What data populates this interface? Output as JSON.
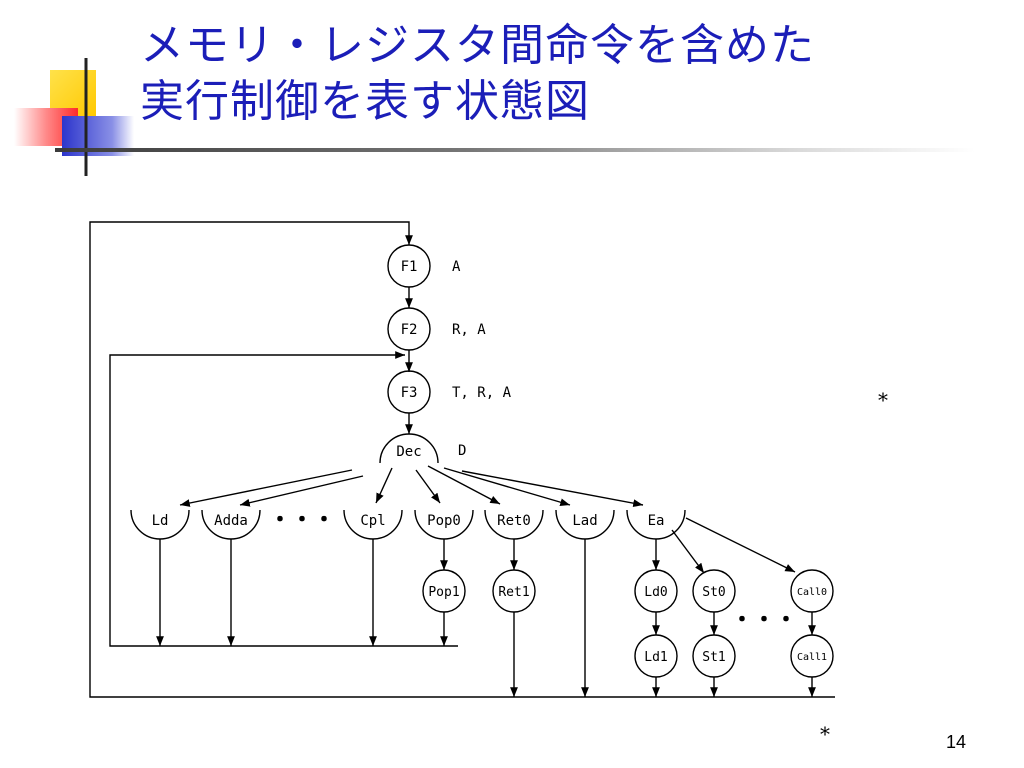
{
  "slide": {
    "title_line1": "メモリ・レジスタ間命令を含めた",
    "title_line2": "実行制御を表す状態図",
    "page_number": "14",
    "note_right": "*",
    "note_bottom": "*"
  },
  "colors": {
    "title": "#1b1eb8",
    "deco_yellow": "#ffd21f",
    "deco_red": "#ff3b3b",
    "deco_blue": "#2c35cc"
  },
  "diagram": {
    "fetch": [
      {
        "id": "F1",
        "signals": "A"
      },
      {
        "id": "F2",
        "signals": "R, A"
      },
      {
        "id": "F3",
        "signals": "T, R, A"
      }
    ],
    "decode": {
      "id": "Dec",
      "signals": "D"
    },
    "branches": [
      "Ld",
      "Adda",
      "Cpl",
      "Pop0",
      "Ret0",
      "Lad",
      "Ea"
    ],
    "ellipsis": "・・・",
    "sub_states": [
      "Pop1",
      "Ret1"
    ],
    "ea_states": [
      "Ld0",
      "St0",
      "Call0",
      "Ld1",
      "St1",
      "Call1"
    ]
  }
}
